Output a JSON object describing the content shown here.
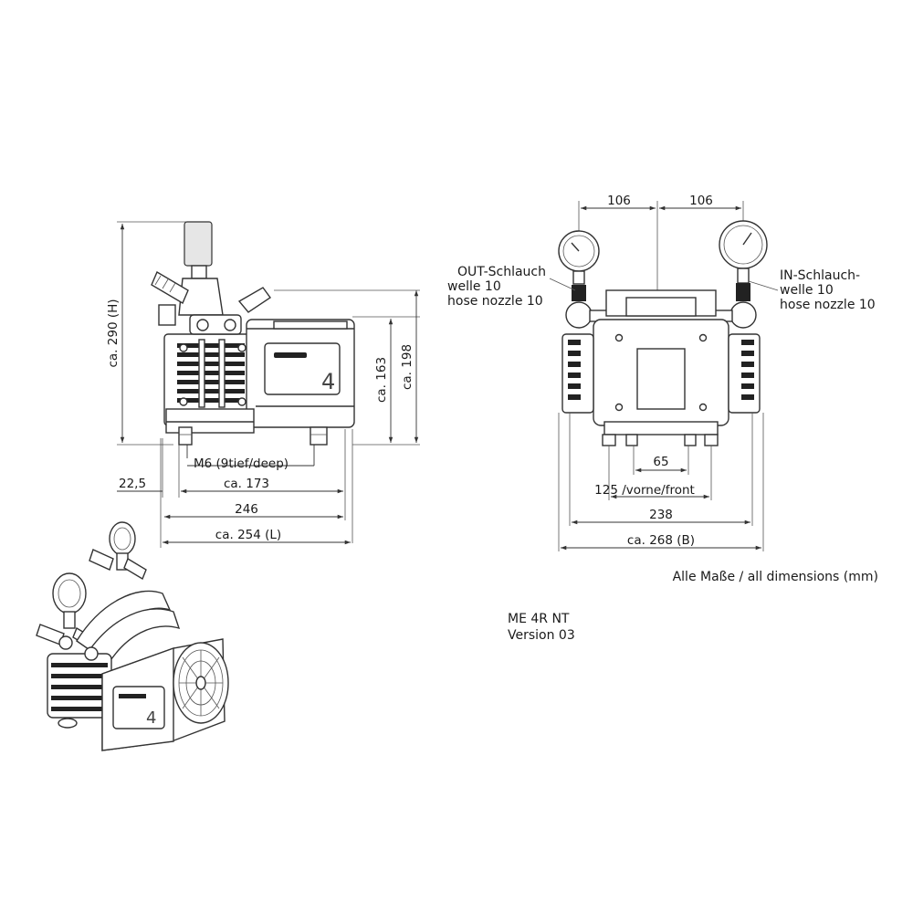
{
  "side_view": {
    "height_total": "ca. 290 (H)",
    "height_163": "ca. 163",
    "height_198": "ca. 198",
    "thread": "M6 (9tief/deep)",
    "offset_22_5": "22,5",
    "length_173": "ca. 173",
    "length_246": "246",
    "length_254": "ca. 254 (L)",
    "panel_numeral": "4"
  },
  "front_view": {
    "spacing_left": "106",
    "spacing_right": "106",
    "out_label": [
      "OUT-Schlauch",
      "welle 10",
      "hose nozzle 10"
    ],
    "in_label": [
      "IN-Schlauch-",
      "welle 10",
      "hose nozzle 10"
    ],
    "foot_spacing_65": "65",
    "foot_spacing_125": "125 /vorne/front",
    "width_238": "238",
    "width_268": "ca. 268 (B)"
  },
  "notes": {
    "units": "Alle Maße / all dimensions (mm)",
    "model": "ME 4R NT",
    "version": "Version 03"
  },
  "iso_view": {
    "panel_numeral": "4"
  }
}
